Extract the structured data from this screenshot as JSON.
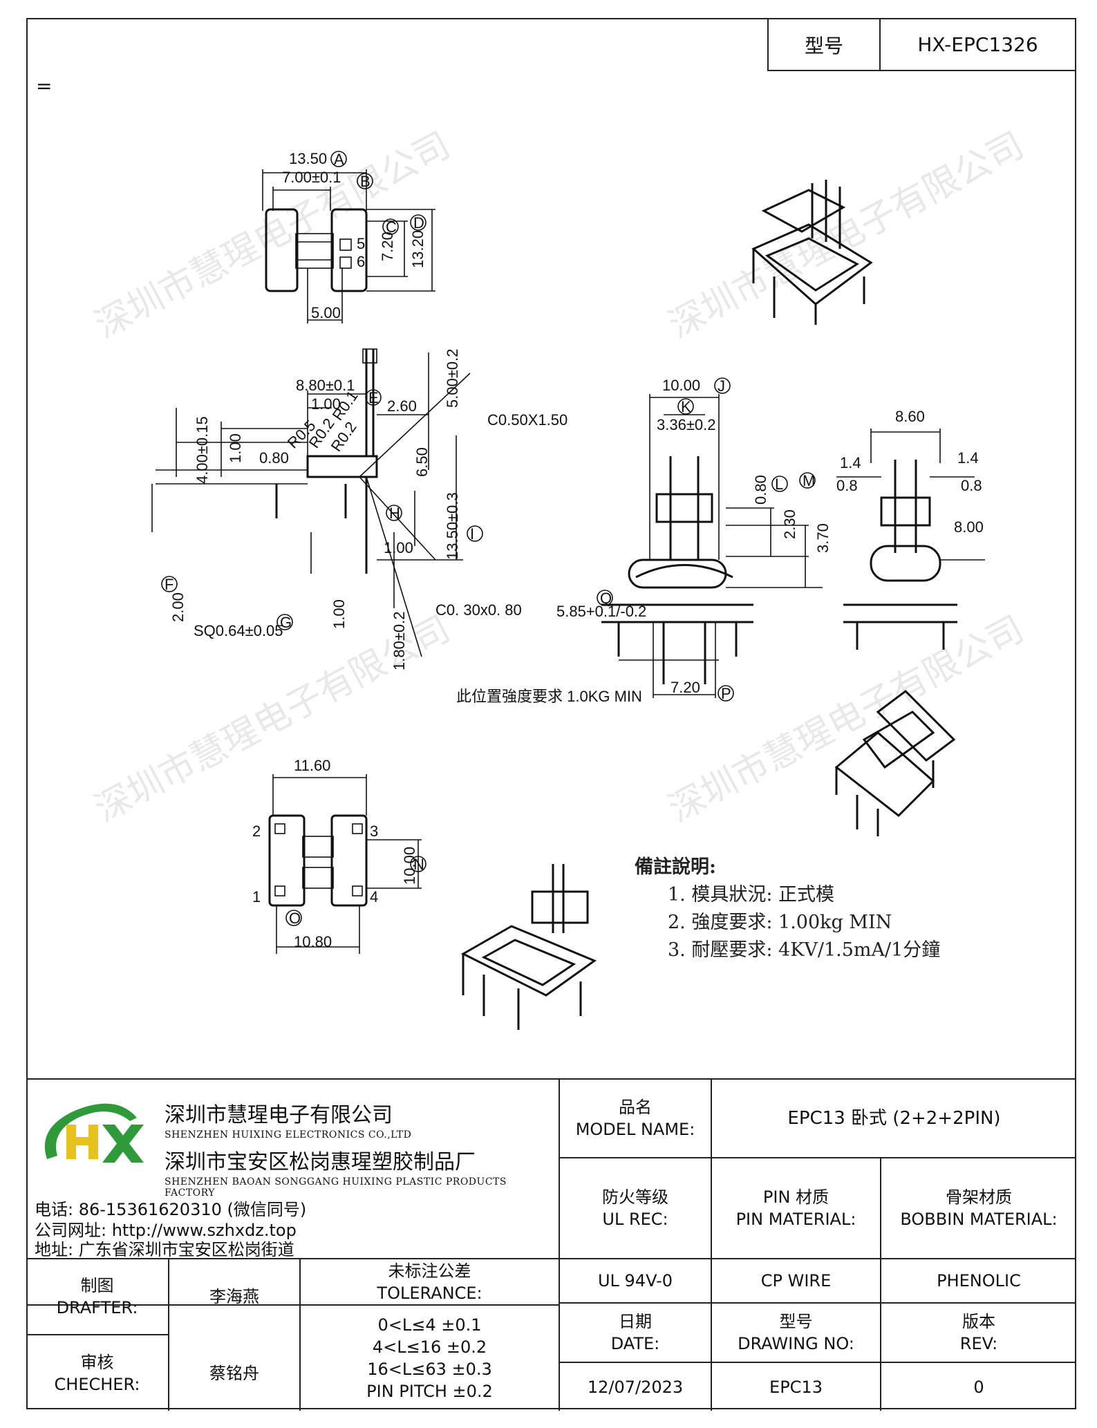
{
  "header": {
    "model_key": "型号",
    "model_value": "HX-EPC1326",
    "marker": "="
  },
  "dims": {
    "d1": "13.50",
    "d2": "7.00±0.1",
    "d3": "7.20",
    "d4": "13.20",
    "d5": "5.00",
    "p5": "5",
    "p6": "6",
    "d6": "8.80±0.1",
    "d7": "1.00",
    "d8": "2.60",
    "d9": "5.00±0.2",
    "d10": "C0.50X1.50",
    "d11": "4.00±0.15",
    "d12": "1.00",
    "d13": "0.80",
    "d14": "R0.5",
    "d15": "R0.2",
    "d16": "R0.2",
    "d17": "R0.1",
    "d18": "6.50",
    "d19": "13.50±0.3",
    "d20": "1.00",
    "d21": "2.00",
    "d22": "SQ0.64±0.05",
    "d23": "1.00",
    "d24": "1.80±0.2",
    "d25": "C0. 30x0. 80",
    "d26": "此位置強度要求 1.0KG MIN",
    "d27": "10.00",
    "d28": "3.36±0.2",
    "d29": "0.80",
    "d30": "2.30",
    "d31": "3.70",
    "d32": "5.85+0.1/-0.2",
    "d33": "7.20",
    "d34": "8.60",
    "d35": "1.4",
    "d36": "1.4",
    "d37": "0.8",
    "d38": "0.8",
    "d39": "8.00",
    "d40": "11.60",
    "d41": "10.00",
    "d42": "10.80",
    "pin1": "1",
    "pin2": "2",
    "pin3": "3",
    "pin4": "4",
    "tagA": "A",
    "tagB": "B",
    "tagC": "C",
    "tagD": "D",
    "tagE": "E",
    "tagF": "F",
    "tagG": "G",
    "tagH": "H",
    "tagI": "I",
    "tagJ": "J",
    "tagK": "K",
    "tagL": "L",
    "tagM": "M",
    "tagN": "N",
    "tagO": "O",
    "tagP": "P",
    "tagQ": "Q"
  },
  "watermark": "深圳市慧瑆电子有限公司",
  "notes": {
    "title": "備註說明:",
    "items": [
      "1. 模具狀況: 正式模",
      "2. 強度要求: 1.00kg MIN",
      "3. 耐壓要求: 4KV/1.5mA/1分鐘"
    ]
  },
  "company": {
    "name_cn": "深圳市慧瑆电子有限公司",
    "name_en": "SHENZHEN HUIXING ELECTRONICS CO.,LTD",
    "factory_cn": "深圳市宝安区松岗惠瑆塑胶制品厂",
    "factory_en": "SHENZHEN BAOAN SONGGANG HUIXING PLASTIC PRODUCTS FACTORY",
    "phone": "电话: 86-15361620310 (微信同号)",
    "web": "公司网址: http://www.szhxdz.top",
    "addr": "地址: 广东省深圳市宝安区松岗街道",
    "logo": "HX",
    "colors": {
      "green": "#2e9a3a",
      "yellow": "#e6c21a"
    }
  },
  "titleblock": {
    "model_name_cn": "品名",
    "model_name_en": "MODEL NAME:",
    "model_name_val": "EPC13 卧式 (2+2+2PIN)",
    "ul_cn": "防火等级",
    "ul_en": "UL REC:",
    "pin_cn": "PIN 材质",
    "pin_en": "PIN MATERIAL:",
    "bob_cn": "骨架材质",
    "bob_en": "BOBBIN MATERIAL:",
    "ul_val": "UL 94V-0",
    "pin_val": "CP WIRE",
    "bob_val": "PHENOLIC",
    "drafter_cn": "制图",
    "drafter_en": "DRAFTER:",
    "drafter_val": "李海燕",
    "checker_cn": "审核",
    "checker_en": "CHECHER:",
    "checker_val": "蔡铭舟",
    "tol_cn": "未标注公差",
    "tol_en": "TOLERANCE:",
    "tol_lines": [
      "0<L≤4  ±0.1",
      "4<L≤16 ±0.2",
      "16<L≤63 ±0.3",
      "PIN PITCH ±0.2"
    ],
    "date_cn": "日期",
    "date_en": "DATE:",
    "date_val": "12/07/2023",
    "dwg_cn": "型号",
    "dwg_en": "DRAWING NO:",
    "dwg_val": "EPC13",
    "rev_cn": "版本",
    "rev_en": "REV:",
    "rev_val": "0"
  }
}
